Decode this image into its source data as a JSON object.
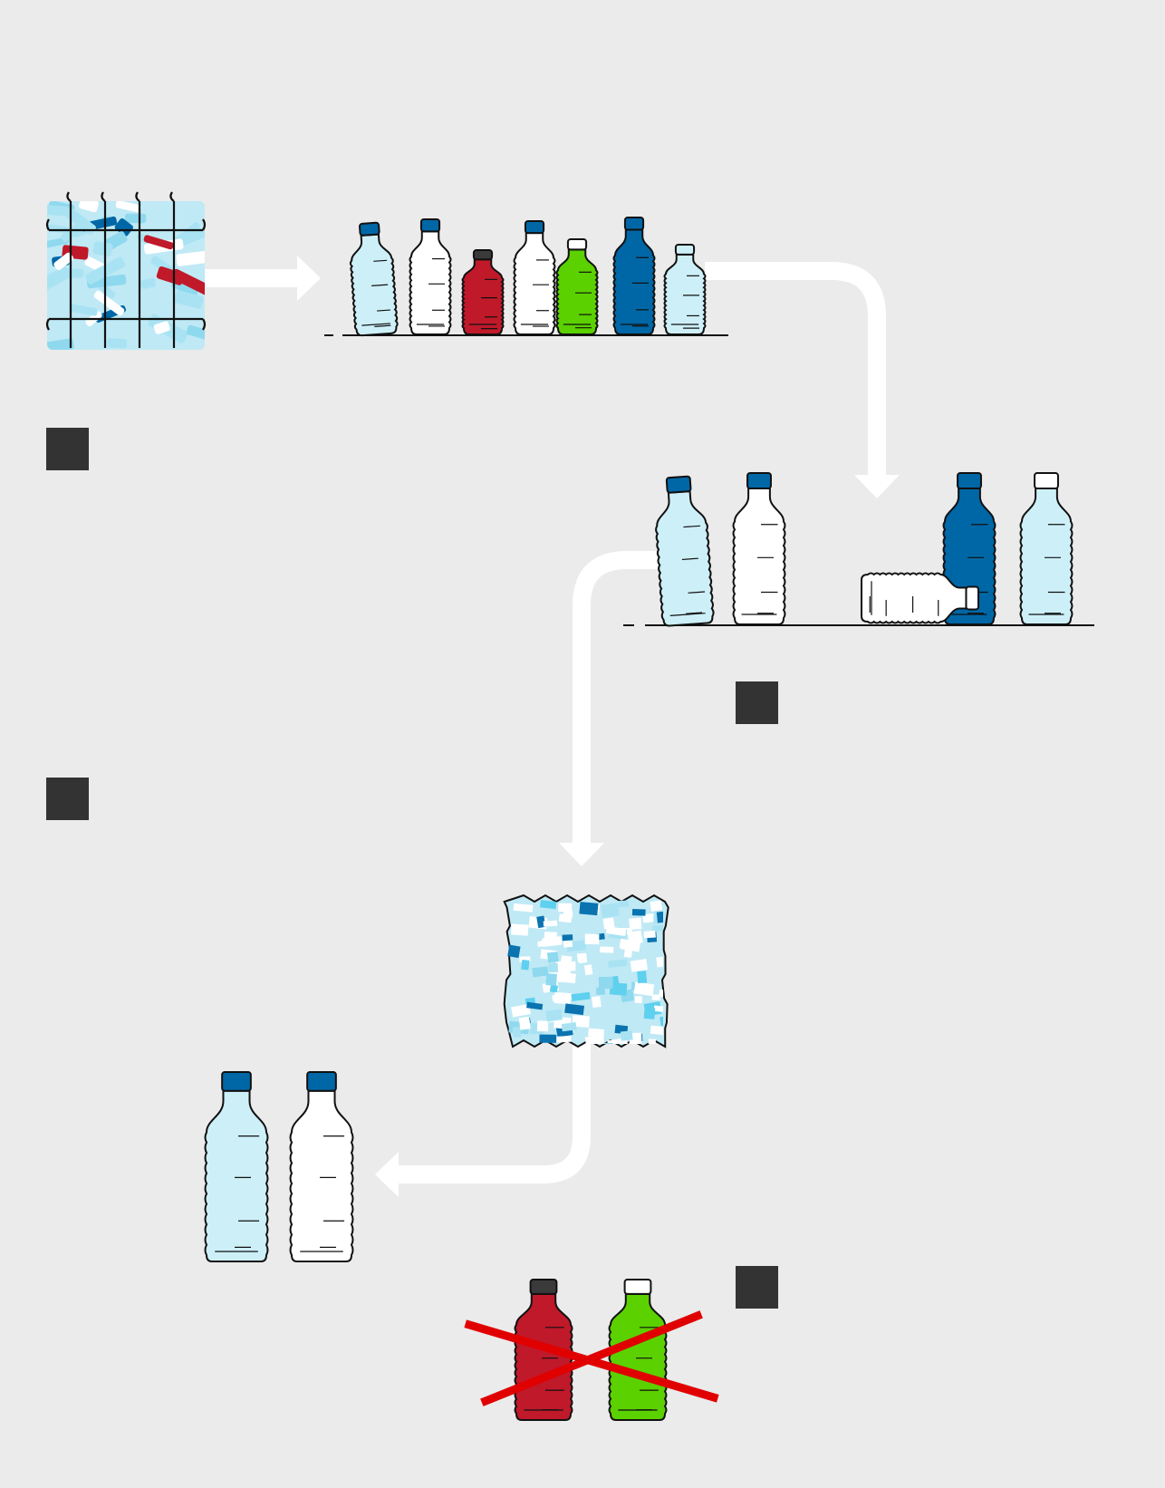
{
  "colors": {
    "background": "#ebebeb",
    "light_blue": "#cdeff8",
    "white": "#ffffff",
    "red": "#c0192a",
    "green": "#5bd100",
    "dark_blue": "#0067a6",
    "cap_blue": "#0067a6",
    "cap_dark": "#3a3a3a",
    "step_marker": "#333333",
    "cross_red": "#e00000",
    "arrow": "#ffffff",
    "outline": "#111111"
  },
  "icons": {
    "bale": "compressed-bottle-bale-icon",
    "sorted_bottles": "sorted-bottles-row-icon",
    "clear_bottles": "clear-bottles-row-icon",
    "flakes": "plastic-flakes-icon",
    "new_bottles": "recycled-bottles-icon",
    "rejected_bottles": "rejected-colored-bottles-icon"
  },
  "step_markers": [
    {
      "name": "step-marker-1"
    },
    {
      "name": "step-marker-2"
    },
    {
      "name": "step-marker-3"
    },
    {
      "name": "step-marker-4"
    }
  ]
}
